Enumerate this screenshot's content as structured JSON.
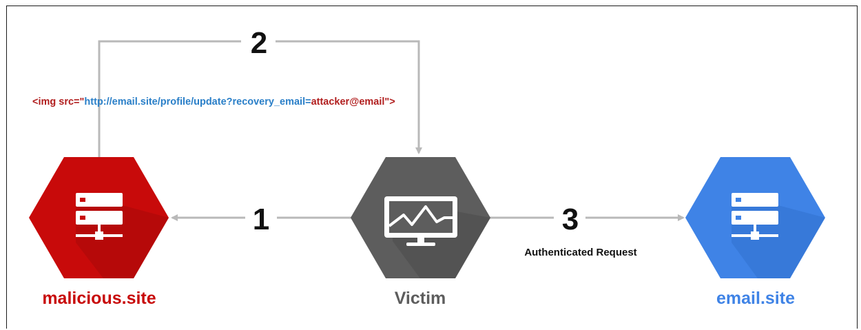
{
  "colors": {
    "malicious": "#c80a0a",
    "victim": "#5d5d5d",
    "email": "#3f83e6",
    "arrow": "#b9b9b9",
    "payload_tag": "#b11e1e",
    "payload_url": "#2a7fc8"
  },
  "nodes": {
    "malicious": {
      "label": "malicious.site",
      "icon": "server-icon"
    },
    "victim": {
      "label": "Victim",
      "icon": "monitor-icon"
    },
    "email": {
      "label": "email.site",
      "icon": "server-icon"
    }
  },
  "steps": {
    "one": "1",
    "two": "2",
    "three": "3"
  },
  "payload": {
    "prefix": "<img src=\"",
    "url": "http://email.site/profile/update?recovery_email=",
    "value": "attacker@email",
    "suffix": "\">"
  },
  "edges": {
    "authenticated_caption": "Authenticated Request"
  }
}
